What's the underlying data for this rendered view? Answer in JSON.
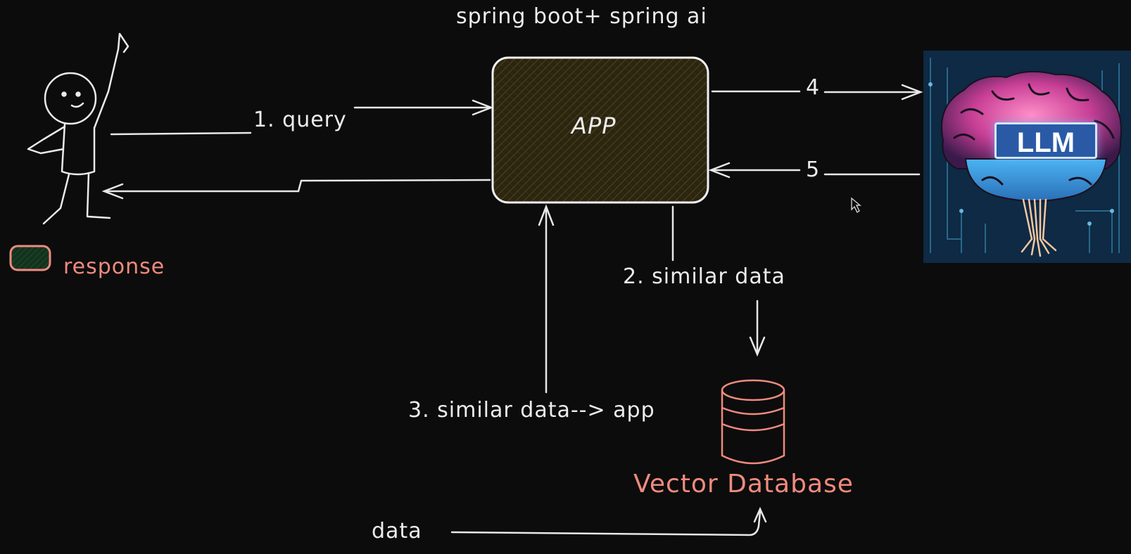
{
  "title": "spring boot+ spring ai",
  "app_box": {
    "label": "APP"
  },
  "steps": {
    "query": "1. query",
    "similar_data": "2. similar data",
    "similar_data_to_app": "3. similar data--> app",
    "to_llm": "4",
    "from_llm": "5"
  },
  "user": {
    "response_label": "response"
  },
  "vector_db": {
    "label": "Vector Database"
  },
  "data_input": {
    "label": "data"
  },
  "llm": {
    "label": "LLM"
  },
  "colors": {
    "background": "#0c0c0c",
    "stroke": "#e8e8e8",
    "accent": "#f08a7e",
    "app_fill": "#2b2510"
  },
  "icons": [
    "stick-figure-icon",
    "database-cylinder-icon",
    "brain-llm-icon",
    "mouse-cursor-icon",
    "response-swatch-icon"
  ]
}
